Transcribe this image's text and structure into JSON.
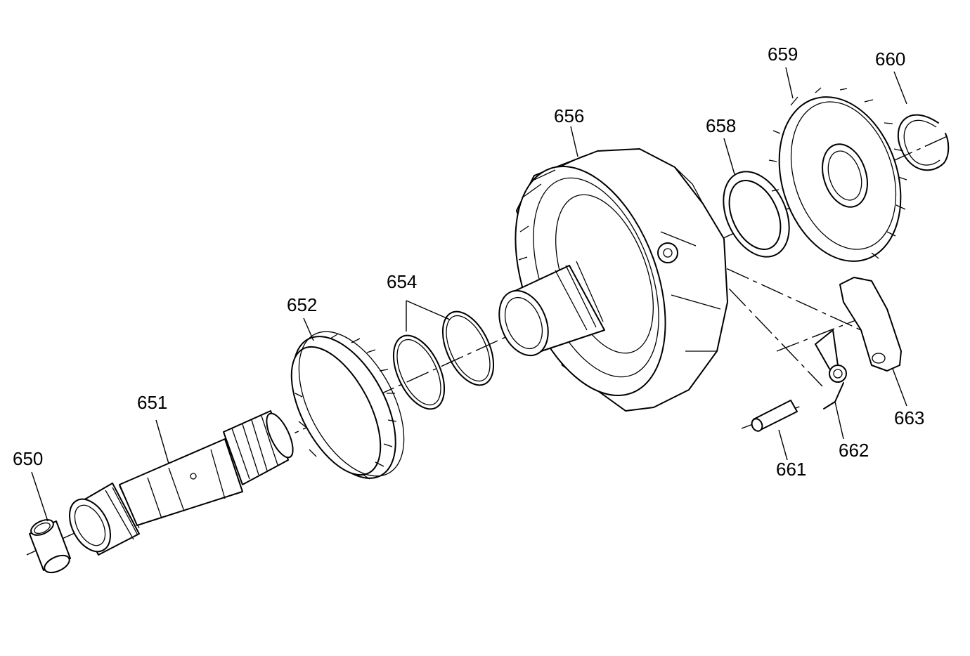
{
  "diagram": {
    "callouts": [
      {
        "id": "650",
        "text": "650"
      },
      {
        "id": "651",
        "text": "651"
      },
      {
        "id": "652",
        "text": "652"
      },
      {
        "id": "654",
        "text": "654"
      },
      {
        "id": "656",
        "text": "656"
      },
      {
        "id": "658",
        "text": "658"
      },
      {
        "id": "659",
        "text": "659"
      },
      {
        "id": "660",
        "text": "660"
      },
      {
        "id": "661",
        "text": "661"
      },
      {
        "id": "662",
        "text": "662"
      },
      {
        "id": "663",
        "text": "663"
      }
    ]
  }
}
